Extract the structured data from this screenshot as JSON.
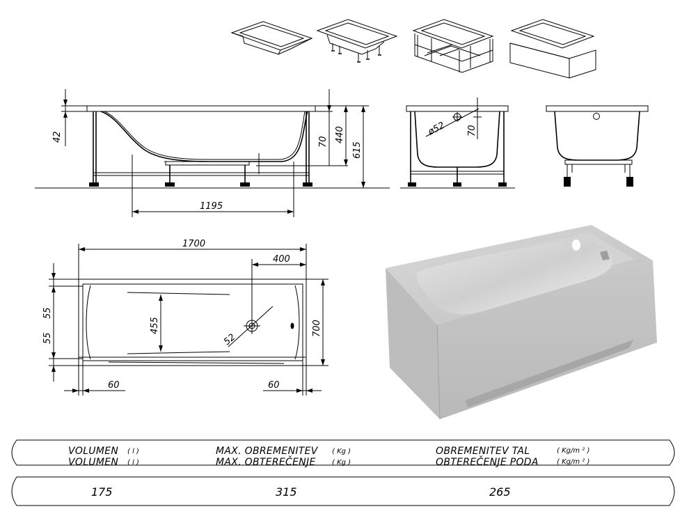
{
  "drawing": {
    "dimensions": {
      "rim_height": "42",
      "overflow_height": "70",
      "inner_height": "440",
      "total_height": "615",
      "bottom_length": "1195",
      "side_diameter": "ø52",
      "side_overflow": "70",
      "total_length": "1700",
      "drain_offset": "400",
      "inner_width": "455",
      "drain_diameter": "52",
      "total_width": "700",
      "edge_upper": "55",
      "edge_lower": "55",
      "edge_left": "60",
      "edge_right": "60"
    }
  },
  "specs": {
    "header": {
      "volume_1": "VOLUMEN",
      "volume_1_unit": "( l )",
      "volume_2": "VOLUMEN",
      "volume_2_unit": "( l )",
      "load_1": "MAX. OBREMENITEV",
      "load_1_unit": "( Kg )",
      "load_2": "MAX. OBTEREČENJE",
      "load_2_unit": "( Kg )",
      "floor_1": "OBREMENITEV TAL",
      "floor_1_unit": "( Kg/m ² )",
      "floor_2": "OBTEREČENJE PODA",
      "floor_2_unit": "( Kg/m ² )"
    },
    "values": {
      "volume": "175",
      "max_load": "315",
      "floor_load": "265"
    }
  }
}
